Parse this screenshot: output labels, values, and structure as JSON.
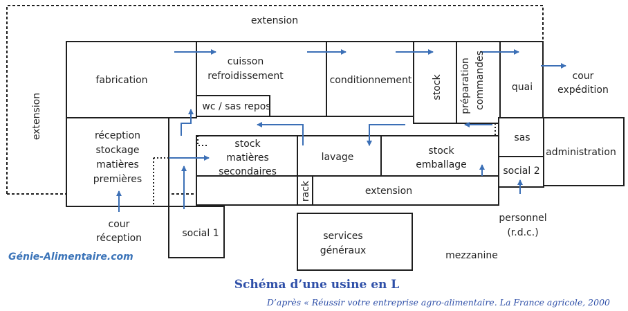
{
  "diagram": {
    "rooms": {
      "extension_top": "extension",
      "extension_left": "extension",
      "fabrication": "fabrication",
      "cuisson_1": "cuisson",
      "cuisson_2": "refroidissement",
      "wc": "wc / sas repos",
      "conditionnement": "conditionnement",
      "stock": "stock",
      "preparation_1": "préparation",
      "preparation_2": "commandes",
      "quai": "quai",
      "cour_exp_1": "cour",
      "cour_exp_2": "expédition",
      "reception_1": "réception",
      "reception_2": "stockage",
      "reception_3": "matières",
      "reception_4": "premières",
      "stock_ms_1": "stock",
      "stock_ms_2": "matières",
      "stock_ms_3": "secondaires",
      "lavage": "lavage",
      "stock_emb_1": "stock",
      "stock_emb_2": "emballage",
      "sas": "sas",
      "administration": "administration",
      "social2": "social 2",
      "extension_mid": "extension",
      "rack": "rack",
      "cour_rec_1": "cour",
      "cour_rec_2": "réception",
      "social1": "social 1",
      "services_1": "services",
      "services_2": "généraux",
      "personnel_1": "personnel",
      "personnel_2": "(r.d.c.)",
      "mezzanine": "mezzanine"
    },
    "watermark": "Génie-Alimentaire.com",
    "caption": "Schéma d’une usine en L",
    "source": "D’après « Réussir votre entreprise agro-alimentaire. La France agricole, 2000"
  },
  "colors": {
    "wall": "#1e1e1e",
    "arrow": "#3b6fb6",
    "watermark": "#3a73b8",
    "caption": "#2e4fa8"
  }
}
